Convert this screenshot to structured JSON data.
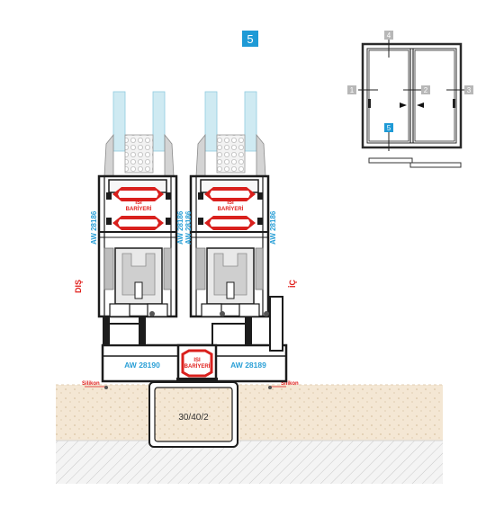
{
  "section": {
    "badge": "5",
    "badge_color": "#1e9ad6"
  },
  "labels": {
    "outside": "DIŞ",
    "inside": "İÇ",
    "profile_left": "AW 28186",
    "profile_mid_a": "AW 28186",
    "profile_mid_b": "AW 28186",
    "profile_right": "AW 28186",
    "bottom_left_profile": "AW 28190",
    "bottom_right_profile": "AW 28189",
    "thermal_barrier_line1": "ISI",
    "thermal_barrier_line2": "BARİYERİ",
    "silicone": "Silikon",
    "tube": "30/40/2"
  },
  "key_plan": {
    "markers": [
      "1",
      "2",
      "3",
      "4",
      "5"
    ]
  },
  "colors": {
    "profile_dark": "#1c1c1c",
    "profile_grey": "#8a8a8a",
    "glass": "#cfeaf2",
    "thermal_red": "#d9201d",
    "accent_blue": "#2a9fd6",
    "floor": "#f3e6d2",
    "marker_grey": "#b7b7b7"
  }
}
